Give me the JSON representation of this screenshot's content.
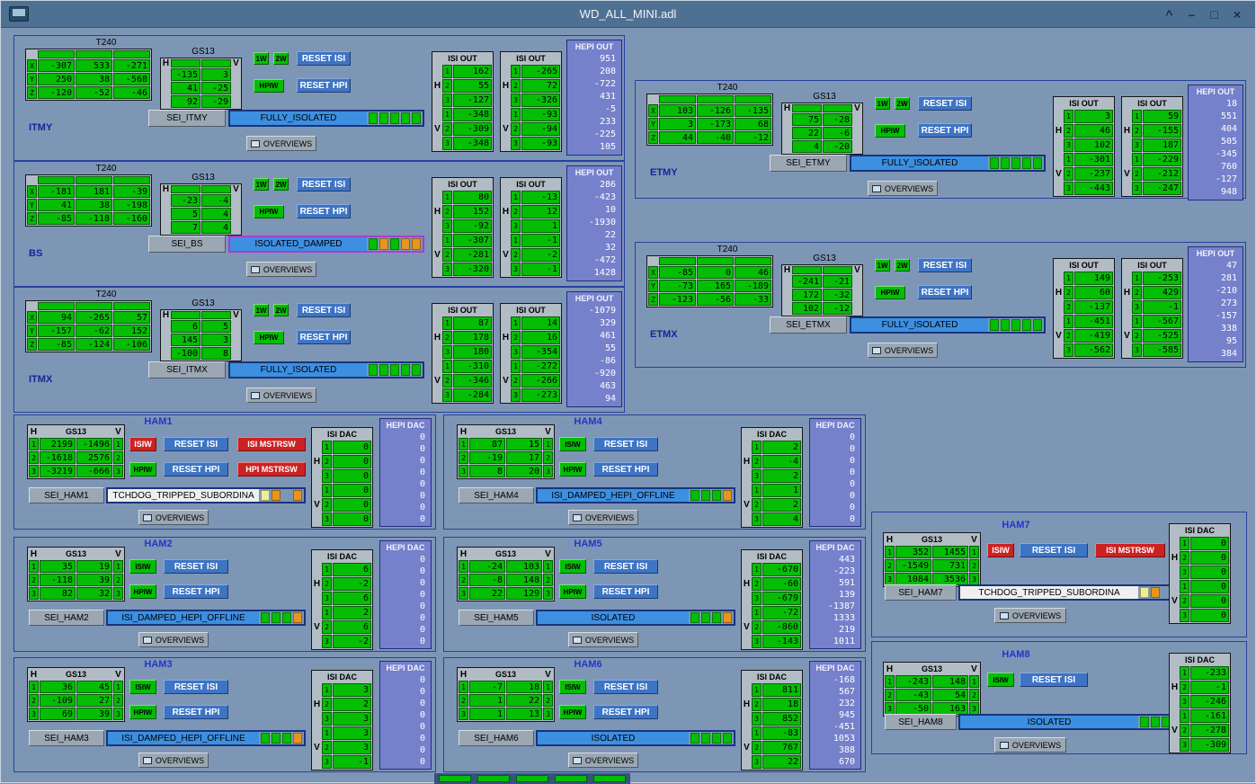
{
  "window": {
    "title": "WD_ALL_MINI.adl",
    "buttons": {
      "shade": "^",
      "minimize": "–",
      "maximize": "□",
      "close": "×"
    }
  },
  "labels": {
    "t240": "T240",
    "gs13": "GS13",
    "isi_out": "ISI OUT",
    "hepi_out": "HEPI OUT",
    "isi_dac": "ISI DAC",
    "hepi_dac": "HEPI DAC",
    "reset_isi": "RESET ISI",
    "reset_hpi": "RESET HPI",
    "hpiw": "HPIW",
    "isiw": "ISIW",
    "isi_mstrsw": "ISI MSTRSW",
    "hpi_mstrsw": "HPI MSTRSW",
    "overviews": "OVERVIEWS",
    "wd1": "1W",
    "wd2": "2W",
    "axis_rows": [
      "X",
      "Y",
      "Z"
    ],
    "dof_rows": [
      "1",
      "2",
      "3"
    ],
    "h": "H",
    "v": "V"
  },
  "colors": {
    "green": "#04be04",
    "orange": "#e8951e",
    "yellow": "#eeee99",
    "alarm_red": "#cc2222",
    "status_blue": "#3d8fe0",
    "hepi_panel": "#7681cb"
  },
  "bsc_panels": [
    {
      "name": "ITMY",
      "sei": "SEI_ITMY",
      "state": "FULLY_ISOLATED",
      "state_style": "blue",
      "state_border": "blue",
      "segments": [
        "green",
        "green",
        "green",
        "green",
        "green"
      ],
      "t240": {
        "x": [
          -307,
          533,
          -271
        ],
        "y": [
          250,
          38,
          -568
        ],
        "z": [
          -120,
          -52,
          -46
        ]
      },
      "gs13": {
        "h": [
          -135,
          41,
          92
        ],
        "v": [
          3,
          -25,
          -29
        ]
      },
      "isi_out1": {
        "h": [
          162,
          55,
          -127
        ],
        "v": [
          -348,
          -309,
          -348
        ]
      },
      "isi_out2": {
        "h": [
          -265,
          72,
          -326
        ],
        "v": [
          -93,
          -94,
          -93
        ]
      },
      "hepi_out": [
        951,
        208,
        -722,
        431,
        -5,
        233,
        -225,
        105
      ]
    },
    {
      "name": "BS",
      "sei": "SEI_BS",
      "state": "ISOLATED_DAMPED",
      "state_style": "blue",
      "state_border": "purple",
      "segments": [
        "green",
        "orange",
        "green",
        "orange",
        "orange"
      ],
      "t240": {
        "x": [
          -181,
          181,
          -39
        ],
        "y": [
          41,
          38,
          -198
        ],
        "z": [
          -85,
          -118,
          -160
        ]
      },
      "gs13": {
        "h": [
          -23,
          5,
          7
        ],
        "v": [
          -4,
          4,
          4
        ]
      },
      "isi_out1": {
        "h": [
          80,
          152,
          -92
        ],
        "v": [
          -307,
          -281,
          -320
        ]
      },
      "isi_out2": {
        "h": [
          -13,
          12,
          1
        ],
        "v": [
          -1,
          -2,
          -1
        ]
      },
      "hepi_out": [
        286,
        -423,
        10,
        -1930,
        22,
        32,
        -472,
        1428
      ]
    },
    {
      "name": "ITMX",
      "sei": "SEI_ITMX",
      "state": "FULLY_ISOLATED",
      "state_style": "blue",
      "state_border": "blue",
      "segments": [
        "green",
        "green",
        "green",
        "green",
        "green"
      ],
      "t240": {
        "x": [
          94,
          -265,
          57
        ],
        "y": [
          -157,
          -62,
          152
        ],
        "z": [
          -85,
          -124,
          -106
        ]
      },
      "gs13": {
        "h": [
          6,
          145,
          -100
        ],
        "v": [
          5,
          3,
          8
        ]
      },
      "isi_out1": {
        "h": [
          87,
          178,
          180
        ],
        "v": [
          -310,
          -346,
          -284
        ]
      },
      "isi_out2": {
        "h": [
          14,
          16,
          -354
        ],
        "v": [
          -272,
          -266,
          -273
        ]
      },
      "hepi_out": [
        -1079,
        329,
        461,
        55,
        -86,
        -920,
        463,
        94
      ]
    },
    {
      "name": "ETMY",
      "sei": "SEI_ETMY",
      "state": "FULLY_ISOLATED",
      "state_style": "blue",
      "state_border": "blue",
      "segments": [
        "green",
        "green",
        "green",
        "green",
        "green"
      ],
      "t240": {
        "x": [
          103,
          -126,
          -135
        ],
        "y": [
          3,
          -173,
          68
        ],
        "z": [
          44,
          -40,
          -12
        ]
      },
      "gs13": {
        "h": [
          75,
          22,
          4
        ],
        "v": [
          -28,
          -6,
          -20
        ]
      },
      "isi_out1": {
        "h": [
          3,
          46,
          102
        ],
        "v": [
          -301,
          -237,
          -443
        ]
      },
      "isi_out2": {
        "h": [
          59,
          -155,
          187
        ],
        "v": [
          -229,
          -212,
          -247
        ]
      },
      "hepi_out": [
        18,
        551,
        404,
        505,
        -345,
        760,
        -127,
        948
      ]
    },
    {
      "name": "ETMX",
      "sei": "SEI_ETMX",
      "state": "FULLY_ISOLATED",
      "state_style": "blue",
      "state_border": "blue",
      "segments": [
        "green",
        "green",
        "green",
        "green",
        "green"
      ],
      "t240": {
        "x": [
          -85,
          0,
          46
        ],
        "y": [
          -73,
          165,
          -189
        ],
        "z": [
          -123,
          -56,
          -33
        ]
      },
      "gs13": {
        "h": [
          -241,
          172,
          102
        ],
        "v": [
          -21,
          -32,
          -12
        ]
      },
      "isi_out1": {
        "h": [
          149,
          60,
          -137
        ],
        "v": [
          -451,
          -419,
          -562
        ]
      },
      "isi_out2": {
        "h": [
          -253,
          429,
          -1
        ],
        "v": [
          -567,
          -525,
          -585
        ]
      },
      "hepi_out": [
        47,
        281,
        -210,
        273,
        -157,
        338,
        95,
        384
      ]
    }
  ],
  "ham_panels": [
    {
      "name": "HAM1",
      "sei": "SEI_HAM1",
      "state": "TCHDOG_TRIPPED_SUBORDINA",
      "state_style": "white",
      "layout": "wide",
      "segments": [
        "yellow",
        "orange",
        "none",
        "orange"
      ],
      "isiw_color": "red",
      "has_isi_mstrsw": true,
      "has_hpi_row": true,
      "has_hpi_mstrsw": true,
      "has_hepi_dac": true,
      "gs13": {
        "h": [
          2199,
          -1618,
          -3219
        ],
        "v": [
          -1496,
          2576,
          -666
        ]
      },
      "isi_dac": {
        "h": [
          0,
          0,
          0
        ],
        "v": [
          0,
          0,
          0
        ]
      },
      "hepi_dac": [
        0,
        0,
        0,
        0,
        0,
        0,
        0,
        0
      ]
    },
    {
      "name": "HAM2",
      "sei": "SEI_HAM2",
      "state": "ISI_DAMPED_HEPI_OFFLINE",
      "state_style": "blue",
      "layout": "wide",
      "segments": [
        "green",
        "green",
        "green",
        "orange"
      ],
      "isiw_color": "green",
      "has_isi_mstrsw": false,
      "has_hpi_row": true,
      "has_hpi_mstrsw": false,
      "has_hepi_dac": true,
      "gs13": {
        "h": [
          35,
          -118,
          82
        ],
        "v": [
          19,
          39,
          32
        ]
      },
      "isi_dac": {
        "h": [
          6,
          -2,
          6
        ],
        "v": [
          2,
          6,
          -2
        ]
      },
      "hepi_dac": [
        0,
        0,
        0,
        0,
        0,
        0,
        0,
        0
      ]
    },
    {
      "name": "HAM3",
      "sei": "SEI_HAM3",
      "state": "ISI_DAMPED_HEPI_OFFLINE",
      "state_style": "blue",
      "layout": "wide",
      "segments": [
        "green",
        "green",
        "green",
        "orange"
      ],
      "isiw_color": "green",
      "has_isi_mstrsw": false,
      "has_hpi_row": true,
      "has_hpi_mstrsw": false,
      "has_hepi_dac": true,
      "gs13": {
        "h": [
          36,
          -109,
          69
        ],
        "v": [
          45,
          27,
          39
        ]
      },
      "isi_dac": {
        "h": [
          3,
          2,
          3
        ],
        "v": [
          3,
          3,
          -1
        ]
      },
      "hepi_dac": [
        0,
        0,
        0,
        0,
        0,
        0,
        0,
        0
      ]
    },
    {
      "name": "HAM4",
      "sei": "SEI_HAM4",
      "state": "ISI_DAMPED_HEPI_OFFLINE",
      "state_style": "blue",
      "layout": "wide",
      "segments": [
        "green",
        "green",
        "green",
        "orange"
      ],
      "isiw_color": "green",
      "has_isi_mstrsw": false,
      "has_hpi_row": true,
      "has_hpi_mstrsw": false,
      "has_hepi_dac": true,
      "gs13": {
        "h": [
          87,
          -19,
          8
        ],
        "v": [
          15,
          17,
          20
        ]
      },
      "isi_dac": {
        "h": [
          2,
          -4,
          2
        ],
        "v": [
          1,
          2,
          4
        ]
      },
      "hepi_dac": [
        0,
        0,
        0,
        0,
        0,
        0,
        0,
        0
      ]
    },
    {
      "name": "HAM5",
      "sei": "SEI_HAM5",
      "state": "ISOLATED",
      "state_style": "blue",
      "layout": "wide",
      "segments": [
        "green",
        "green",
        "green",
        "orange"
      ],
      "isiw_color": "green",
      "has_isi_mstrsw": false,
      "has_hpi_row": true,
      "has_hpi_mstrsw": false,
      "has_hepi_dac": true,
      "gs13": {
        "h": [
          -24,
          -8,
          22
        ],
        "v": [
          103,
          148,
          129
        ]
      },
      "isi_dac": {
        "h": [
          -670,
          -60,
          -679
        ],
        "v": [
          -72,
          -860,
          -143
        ]
      },
      "hepi_dac": [
        443,
        -223,
        591,
        139,
        -1387,
        1333,
        219,
        1011
      ]
    },
    {
      "name": "HAM6",
      "sei": "SEI_HAM6",
      "state": "ISOLATED",
      "state_style": "blue",
      "layout": "wide",
      "segments": [
        "green",
        "green",
        "green",
        "green"
      ],
      "isiw_color": "green",
      "has_isi_mstrsw": false,
      "has_hpi_row": true,
      "has_hpi_mstrsw": false,
      "has_hepi_dac": true,
      "gs13": {
        "h": [
          -7,
          1,
          1
        ],
        "v": [
          18,
          22,
          13
        ]
      },
      "isi_dac": {
        "h": [
          811,
          18,
          852
        ],
        "v": [
          -83,
          767,
          22
        ]
      },
      "hepi_dac": [
        -168,
        567,
        232,
        945,
        -451,
        1053,
        388,
        670
      ]
    },
    {
      "name": "HAM7",
      "sei": "SEI_HAM7",
      "state": "TCHDOG_TRIPPED_SUBORDINA",
      "state_style": "white",
      "layout": "right",
      "segments": [
        "yellow",
        "orange",
        "none",
        "orange"
      ],
      "isiw_color": "red",
      "has_isi_mstrsw": true,
      "has_hpi_row": false,
      "has_hpi_mstrsw": false,
      "has_hepi_dac": false,
      "gs13": {
        "h": [
          352,
          -1549,
          1084
        ],
        "v": [
          1455,
          731,
          3536
        ]
      },
      "isi_dac": {
        "h": [
          0,
          0,
          0
        ],
        "v": [
          0,
          0,
          0
        ]
      }
    },
    {
      "name": "HAM8",
      "sei": "SEI_HAM8",
      "state": "ISOLATED",
      "state_style": "blue",
      "layout": "right",
      "segments": [
        "green",
        "green",
        "green",
        "green"
      ],
      "isiw_color": "green",
      "has_isi_mstrsw": false,
      "has_hpi_row": false,
      "has_hpi_mstrsw": false,
      "has_hepi_dac": false,
      "gs13": {
        "h": [
          -243,
          -43,
          -50
        ],
        "v": [
          148,
          54,
          163
        ]
      },
      "isi_dac": {
        "h": [
          -233,
          -1,
          -246
        ],
        "v": [
          -161,
          -278,
          -309
        ]
      }
    }
  ]
}
